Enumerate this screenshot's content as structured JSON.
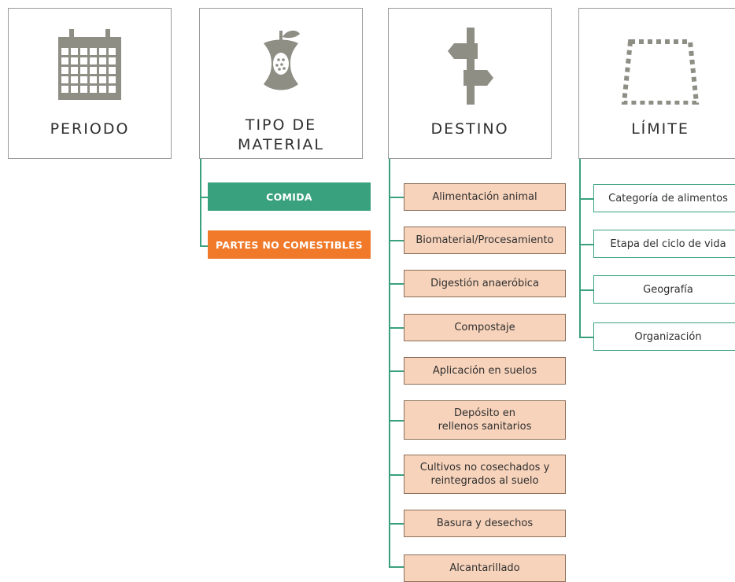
{
  "categories": [
    {
      "title": "PERIODO",
      "icon": "calendar-icon"
    },
    {
      "title_line1": "TIPO DE",
      "title_line2": "MATERIAL",
      "icon": "apple-core-icon"
    },
    {
      "title": "DESTINO",
      "icon": "signpost-icon"
    },
    {
      "title": "LÍMITE",
      "icon": "dashed-boundary-icon"
    }
  ],
  "material_types": [
    {
      "label": "COMIDA",
      "color": "#3aa17e"
    },
    {
      "label": "PARTES NO COMESTIBLES",
      "color": "#f07a2a"
    }
  ],
  "destinations": [
    "Alimentación animal",
    "Biomaterial/Procesamiento",
    "Digestión anaeróbica",
    "Compostaje",
    "Aplicación en suelos",
    [
      "Depósito en",
      "rellenos sanitarios"
    ],
    [
      "Cultivos no cosechados y",
      "reintegrados al suelo"
    ],
    "Basura y desechos",
    "Alcantarillado"
  ],
  "dest_labels": {
    "d5_l1": "Depósito en",
    "d5_l2": "rellenos sanitarios",
    "d6_l1": "Cultivos no cosechados y",
    "d6_l2": "reintegrados al suelo"
  },
  "boundaries": [
    "Categoría de alimentos",
    "Etapa del ciclo de vida",
    "Geografía",
    "Organización"
  ],
  "colors": {
    "connector": "#3aa17e",
    "destination_fill": "#f7d3bb",
    "icon_gray": "#8e8e85"
  }
}
